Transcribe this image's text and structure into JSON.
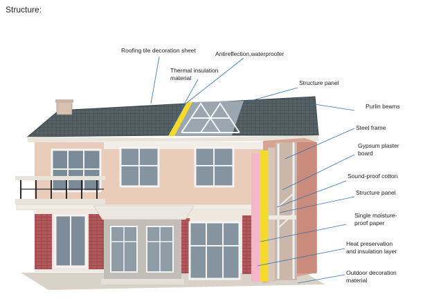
{
  "title": "Structure:",
  "labels": {
    "roofing_tile": "Roofing tile decoration sheet",
    "antireflection": "Antireflection,waterproofer",
    "thermal_line1": "Thermal insulation",
    "thermal_line2": "material",
    "structure_panel_top": "Structure panel",
    "purlin": "Purlin beams",
    "steel_frame": "Steel frame",
    "gypsum_line1": "Gypsum plaster",
    "gypsum_line2": "board",
    "soundproof": "Sound-proof cotton",
    "structure_panel_mid": "Structure panel",
    "moisture_line1": "Single moisture-",
    "moisture_line2": "proof paper",
    "heat_line1": "Heat preservation",
    "heat_line2": "and insulation layer",
    "outdoor_line1": "Outdoor decoration",
    "outdoor_line2": "material"
  },
  "colors": {
    "leader": "#2e6fb5",
    "roof": "#4f5a5e",
    "wall": "#e9cbb9",
    "brick": "#b3585a",
    "insulation": "#f2da2e",
    "trim": "#f1eee8"
  }
}
